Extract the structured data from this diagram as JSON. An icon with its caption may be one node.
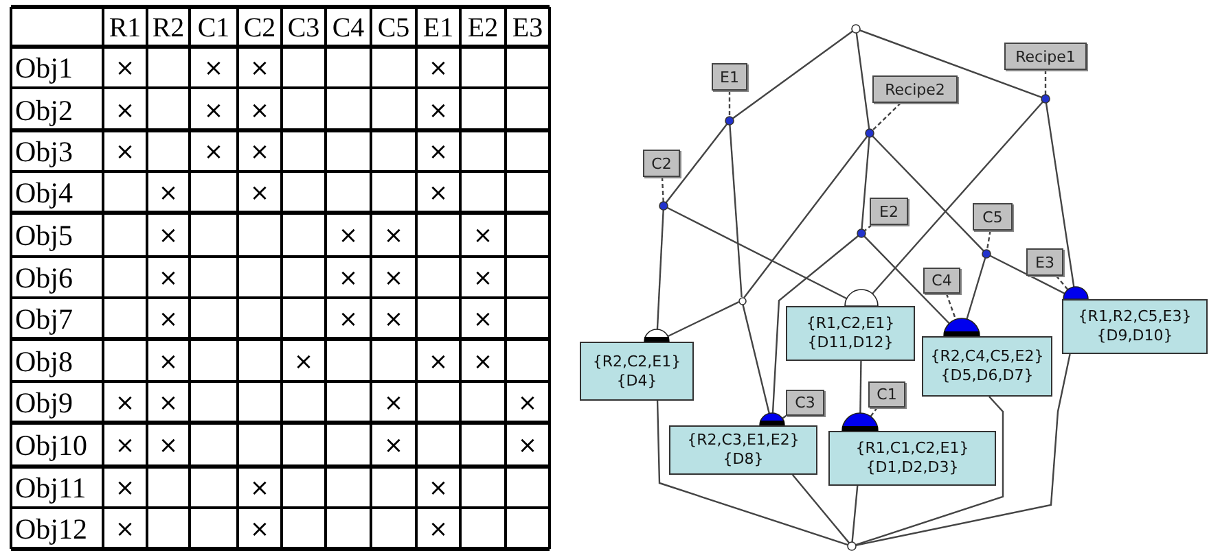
{
  "diagram": {
    "nodes": [
      {
        "text": [],
        "shape": "circle"
      },
      {
        "text": [
          "Recipe1"
        ]
      },
      {
        "text": [
          "E1"
        ]
      },
      {
        "text": [
          "Recipe2"
        ]
      },
      {
        "text": [],
        "shape": "circle"
      },
      {
        "text": [],
        "shape": "circle"
      },
      {
        "text": [],
        "shape": "circle"
      },
      {
        "text": [
          "C2"
        ]
      },
      {
        "text": [],
        "shape": "circle"
      },
      {
        "text": [
          "E2"
        ]
      },
      {
        "text": [
          "C5"
        ]
      },
      {
        "text": [],
        "shape": "circle"
      },
      {
        "text": [],
        "shape": "circle"
      },
      {
        "text": [
          "E3"
        ]
      },
      {
        "text": [
          "{R1,R2,C5,E3}",
          "{D9,D10}"
        ]
      },
      {
        "text": [
          "{R1,C2,E1}",
          "{D11,D12}"
        ]
      },
      {
        "text": [
          "C4"
        ]
      },
      {
        "text": [
          "{R2,C4,C5,E2}",
          "{D5,D6,D7}"
        ]
      },
      {
        "text": [],
        "shape": "circle"
      },
      {
        "text": [
          "{R2,C2,E1}",
          "{D4}"
        ]
      },
      {
        "text": [
          "C3"
        ]
      },
      {
        "text": [
          "{R2,C3,E1,E2}",
          "{D8}"
        ]
      },
      {
        "text": [
          "C1"
        ]
      },
      {
        "text": [
          "{R1,C1,C2,E1}",
          "{D1,D2,D3}"
        ]
      },
      {
        "text": [],
        "shape": "circle"
      }
    ],
    "edges": [
      {
        "from": 0,
        "to": 5,
        "arrow": "none"
      },
      {
        "from": 0,
        "to": 6,
        "arrow": "none"
      },
      {
        "from": 0,
        "to": 4,
        "arrow": "none"
      },
      {
        "from": 1,
        "to": 4,
        "arrow": "none",
        "style": "dashed"
      },
      {
        "from": 2,
        "to": 5,
        "arrow": "none",
        "style": "dashed"
      },
      {
        "from": 3,
        "to": 6,
        "arrow": "none",
        "style": "dashed"
      },
      {
        "from": 7,
        "to": 8,
        "arrow": "none",
        "style": "dashed"
      },
      {
        "from": 9,
        "to": 11,
        "arrow": "none",
        "style": "dashed"
      },
      {
        "from": 10,
        "to": 12,
        "arrow": "none",
        "style": "dashed"
      },
      {
        "from": 13,
        "to": 14,
        "arrow": "none",
        "style": "dashed"
      },
      {
        "from": 16,
        "to": 17,
        "arrow": "none",
        "style": "dashed"
      },
      {
        "from": 20,
        "to": 21,
        "arrow": "none",
        "style": "dashed"
      },
      {
        "from": 22,
        "to": 23,
        "arrow": "none",
        "style": "dashed"
      },
      {
        "from": 5,
        "to": 8,
        "arrow": "none"
      },
      {
        "from": 5,
        "to": 18,
        "arrow": "none"
      },
      {
        "from": 6,
        "to": 18,
        "arrow": "none"
      },
      {
        "from": 6,
        "to": 11,
        "arrow": "none"
      },
      {
        "from": 6,
        "to": 12,
        "arrow": "none"
      },
      {
        "from": 4,
        "to": 15,
        "arrow": "none"
      },
      {
        "from": 4,
        "to": 14,
        "arrow": "none"
      },
      {
        "from": 8,
        "to": 19,
        "arrow": "none"
      },
      {
        "from": 8,
        "to": 15,
        "arrow": "none"
      },
      {
        "from": 18,
        "to": 19,
        "arrow": "none"
      },
      {
        "from": 18,
        "to": 21,
        "arrow": "none"
      },
      {
        "from": 11,
        "to": 21,
        "arrow": "none"
      },
      {
        "from": 11,
        "to": 17,
        "arrow": "none"
      },
      {
        "from": 12,
        "to": 17,
        "arrow": "none"
      },
      {
        "from": 12,
        "to": 14,
        "arrow": "none"
      },
      {
        "from": 15,
        "to": 23,
        "arrow": "none"
      },
      {
        "from": 19,
        "to": 24,
        "arrow": "none"
      },
      {
        "from": 21,
        "to": 24,
        "arrow": "none"
      },
      {
        "from": 23,
        "to": 24,
        "arrow": "none"
      },
      {
        "from": 17,
        "to": 24,
        "arrow": "none"
      },
      {
        "from": 14,
        "to": 24,
        "arrow": "none"
      }
    ],
    "labels": [
      "R1",
      "R2",
      "C1",
      "C2",
      "C3",
      "C4",
      "C5",
      "E1",
      "E2",
      "E3",
      "Obj1",
      "×",
      "×",
      "×",
      "×",
      "Obj2",
      "×",
      "×",
      "×",
      "×",
      "Obj3",
      "×",
      "×",
      "×",
      "×",
      "Obj4",
      "×",
      "×",
      "×",
      "Obj5",
      "×",
      "×",
      "×",
      "×",
      "Obj6",
      "×",
      "×",
      "×",
      "×",
      "Obj7",
      "×",
      "×",
      "×",
      "×",
      "Obj8",
      "×",
      "×",
      "×",
      "×",
      "Obj9",
      "×",
      "×",
      "×",
      "×",
      "Obj10",
      "×",
      "×",
      "×",
      "×",
      "Obj11",
      "×",
      "×",
      "×",
      "Obj12",
      "×",
      "×",
      "×"
    ]
  }
}
